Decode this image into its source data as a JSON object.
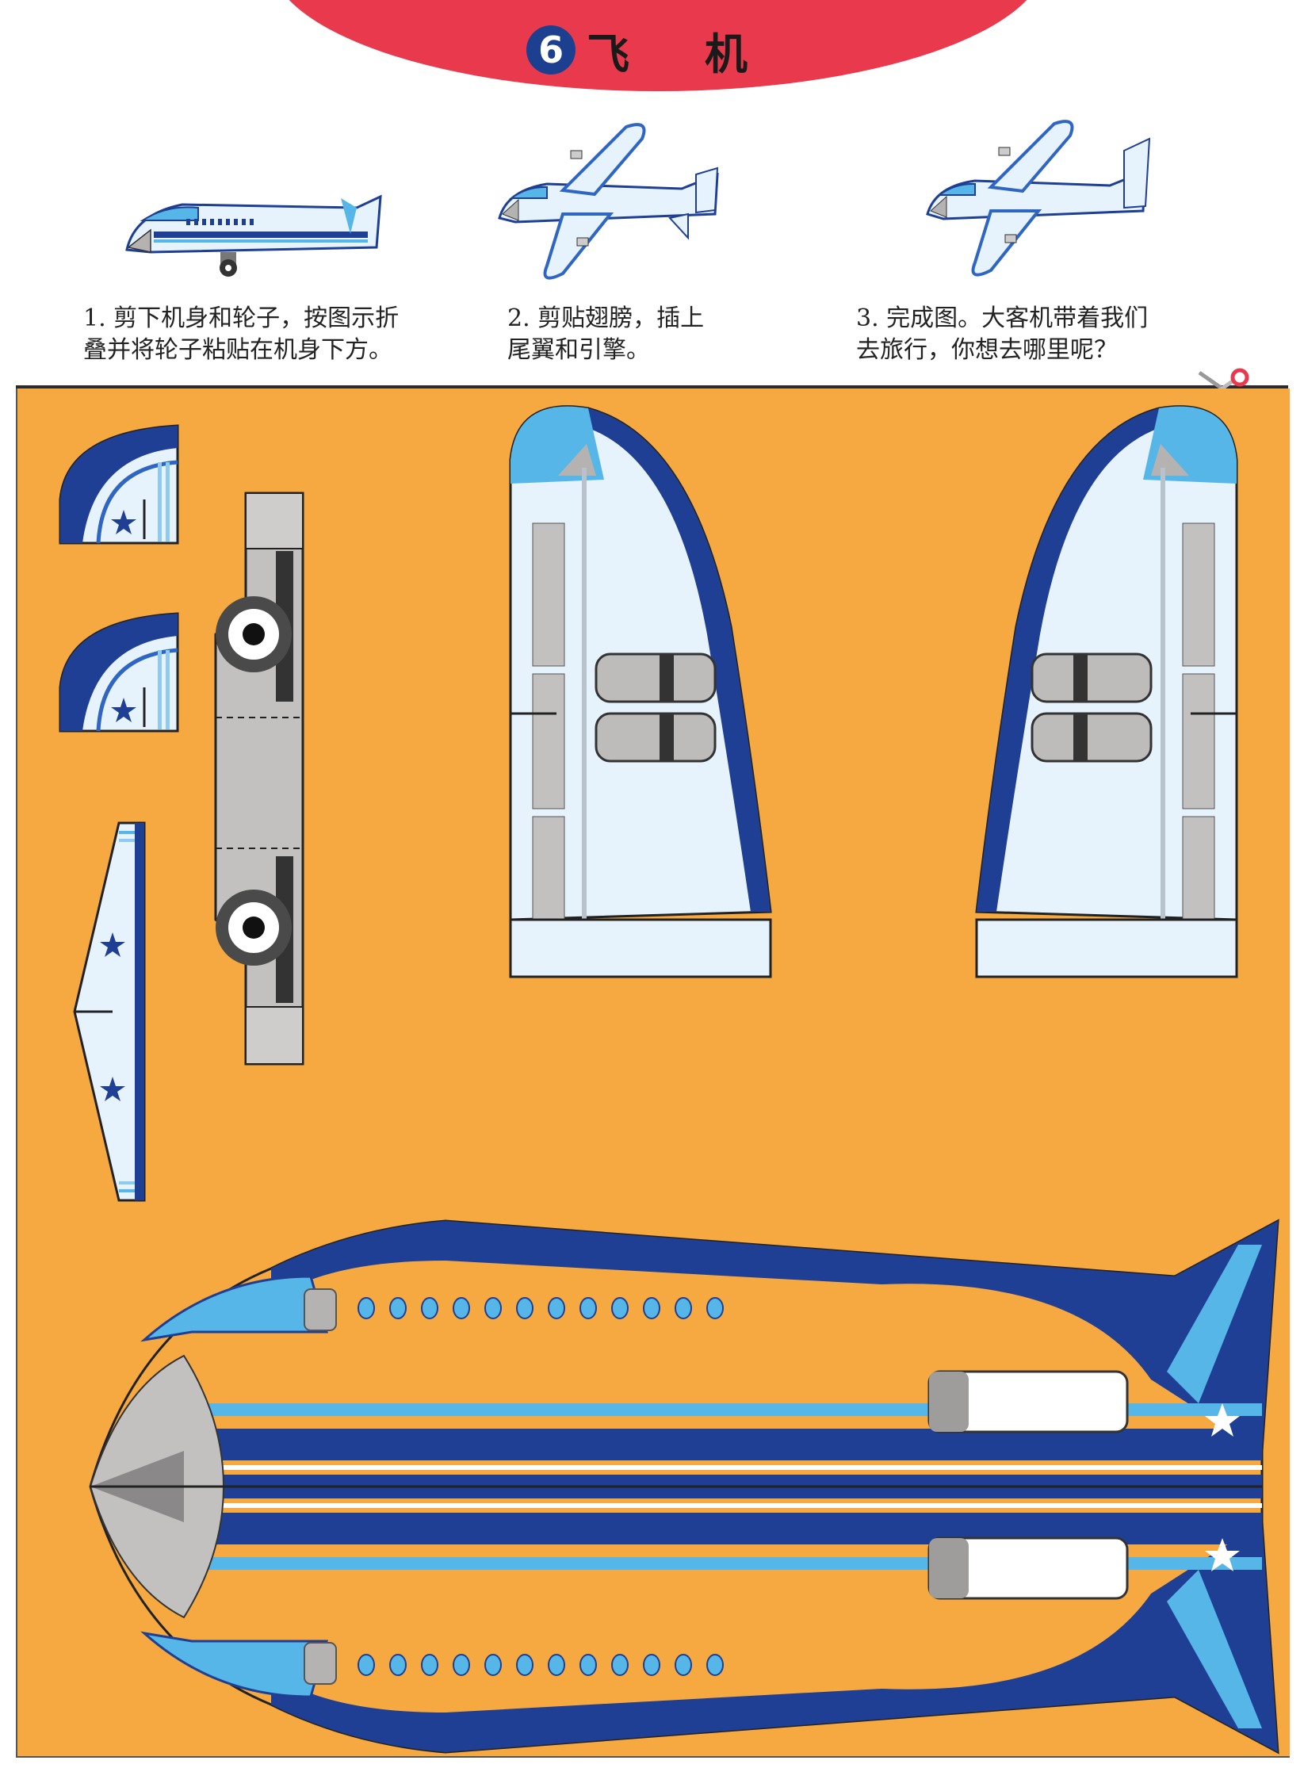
{
  "header": {
    "number": "6",
    "title": "飞 机",
    "title_color": "#e8394d",
    "badge_color": "#1d3f8f"
  },
  "steps": [
    {
      "text": "1. 剪下机身和轮子，按图示折\n叠并将轮子粘贴在机身下方。"
    },
    {
      "text": "2. 剪贴翅膀，插上\n尾翼和引擎。"
    },
    {
      "text": "3. 完成图。大客机带着我们\n去旅行，你想去哪里呢？"
    }
  ],
  "sheet": {
    "background_color": "#f6a941",
    "pieces": [
      "tail-fin-left",
      "tail-fin-right",
      "horizontal-stabilizer",
      "wheel-strip",
      "wing-left",
      "wing-right",
      "fuselage"
    ]
  },
  "icons": [
    "scissors-icon",
    "star-icon",
    "wheel-icon",
    "engine-icon",
    "window-icon"
  ],
  "colors": {
    "navy": "#1e3f93",
    "blue": "#2f66c2",
    "light_blue": "#56b6e8",
    "pale_blue": "#e6f2fc",
    "grey": "#c3c1c0",
    "dark": "#3a3a3a"
  }
}
